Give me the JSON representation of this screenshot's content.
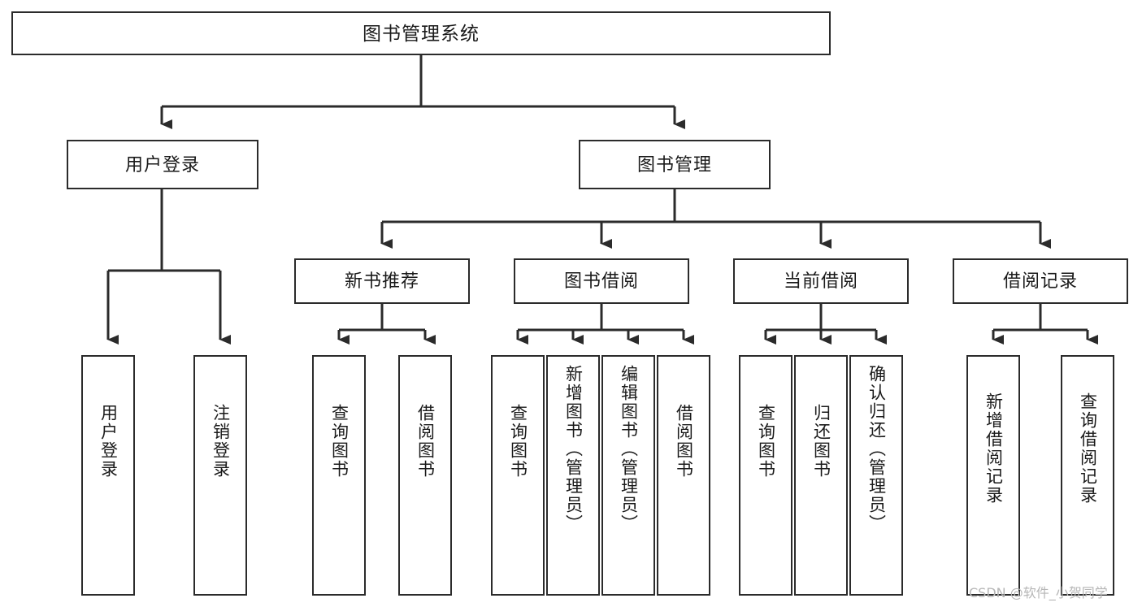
{
  "diagram": {
    "type": "tree-hierarchy-chart",
    "title": "图书管理系统",
    "watermark": "CSDN @软件_小贺同学",
    "colors": {
      "border": "#2b2b2b",
      "background": "#ffffff",
      "text": "#1a1a1a",
      "watermark": "#b6b6b6"
    },
    "nodes": {
      "root": {
        "label": "图书管理系统"
      },
      "level2": [
        {
          "id": "user-login",
          "label": "用户登录"
        },
        {
          "id": "book-management",
          "label": "图书管理"
        }
      ],
      "level3": [
        {
          "id": "new-book-recommend",
          "label": "新书推荐"
        },
        {
          "id": "book-borrow",
          "label": "图书借阅"
        },
        {
          "id": "current-borrow",
          "label": "当前借阅"
        },
        {
          "id": "borrow-record",
          "label": "借阅记录"
        }
      ],
      "leaves": {
        "user-login": [
          {
            "id": "leaf-user-login",
            "label": "用户登录"
          },
          {
            "id": "leaf-logout-login",
            "label": "注销登录"
          }
        ],
        "new-book-recommend": [
          {
            "id": "leaf-query-book-1",
            "label": "查询图书"
          },
          {
            "id": "leaf-borrow-book-1",
            "label": "借阅图书"
          }
        ],
        "book-borrow": [
          {
            "id": "leaf-query-book-2",
            "label": "查询图书"
          },
          {
            "id": "leaf-add-book",
            "label": "新增图书（管理员）"
          },
          {
            "id": "leaf-edit-book",
            "label": "编辑图书（管理员）"
          },
          {
            "id": "leaf-borrow-book-2",
            "label": "借阅图书"
          }
        ],
        "current-borrow": [
          {
            "id": "leaf-query-book-3",
            "label": "查询图书"
          },
          {
            "id": "leaf-return-book",
            "label": "归还图书"
          },
          {
            "id": "leaf-confirm-return",
            "label": "确认归还（管理员）"
          }
        ],
        "borrow-record": [
          {
            "id": "leaf-add-record",
            "label": "新增借阅记录"
          },
          {
            "id": "leaf-query-record",
            "label": "查询借阅记录"
          }
        ]
      }
    }
  }
}
